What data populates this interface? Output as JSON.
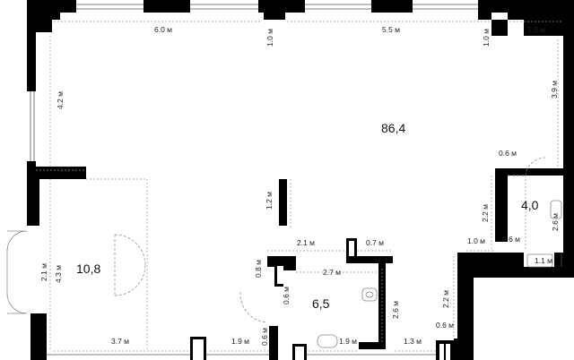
{
  "areas": {
    "main_room": "86,4",
    "left_room": "10,8",
    "bathroom": "6,5",
    "small_room": "4,0"
  },
  "dimensions": {
    "top_left_span": "6.0 м",
    "top_pillar_1": "1.0 м",
    "top_middle_span": "5.5 м",
    "top_pillar_2": "1.0 м",
    "top_right_span": "1.6 м",
    "left_wall_upper": "4.2 м",
    "right_wall_upper": "3.9 м",
    "left_ledge": "1.2 м",
    "door_small": "0.6 м",
    "column_center": "1.2 м",
    "small_room_left": "2.2 м",
    "small_room_depth": "2.6 м",
    "ledge_right": "1.0 м",
    "ledge_right_2": "0.6 м",
    "small_box": "1.1 м",
    "bath_top_left": "2.1 м",
    "bath_top_right": "0.7 м",
    "bath_notch_h": "0.8 м",
    "bath_notch_w": "0.6 м",
    "bath_width": "2.7 м",
    "bath_height": "2.6 м",
    "right_lower_wall": "2.2 м",
    "bottom_right_pillar": "0.6 м",
    "entry_door": "2.1 м",
    "left_room_height": "4.3 м",
    "left_room_bottom": "3.7 м",
    "bottom_mid": "1.9 м",
    "bottom_pillar": "0.6 м",
    "bath_bottom": "1.9 м",
    "bottom_right_gap": "1.3 м"
  }
}
